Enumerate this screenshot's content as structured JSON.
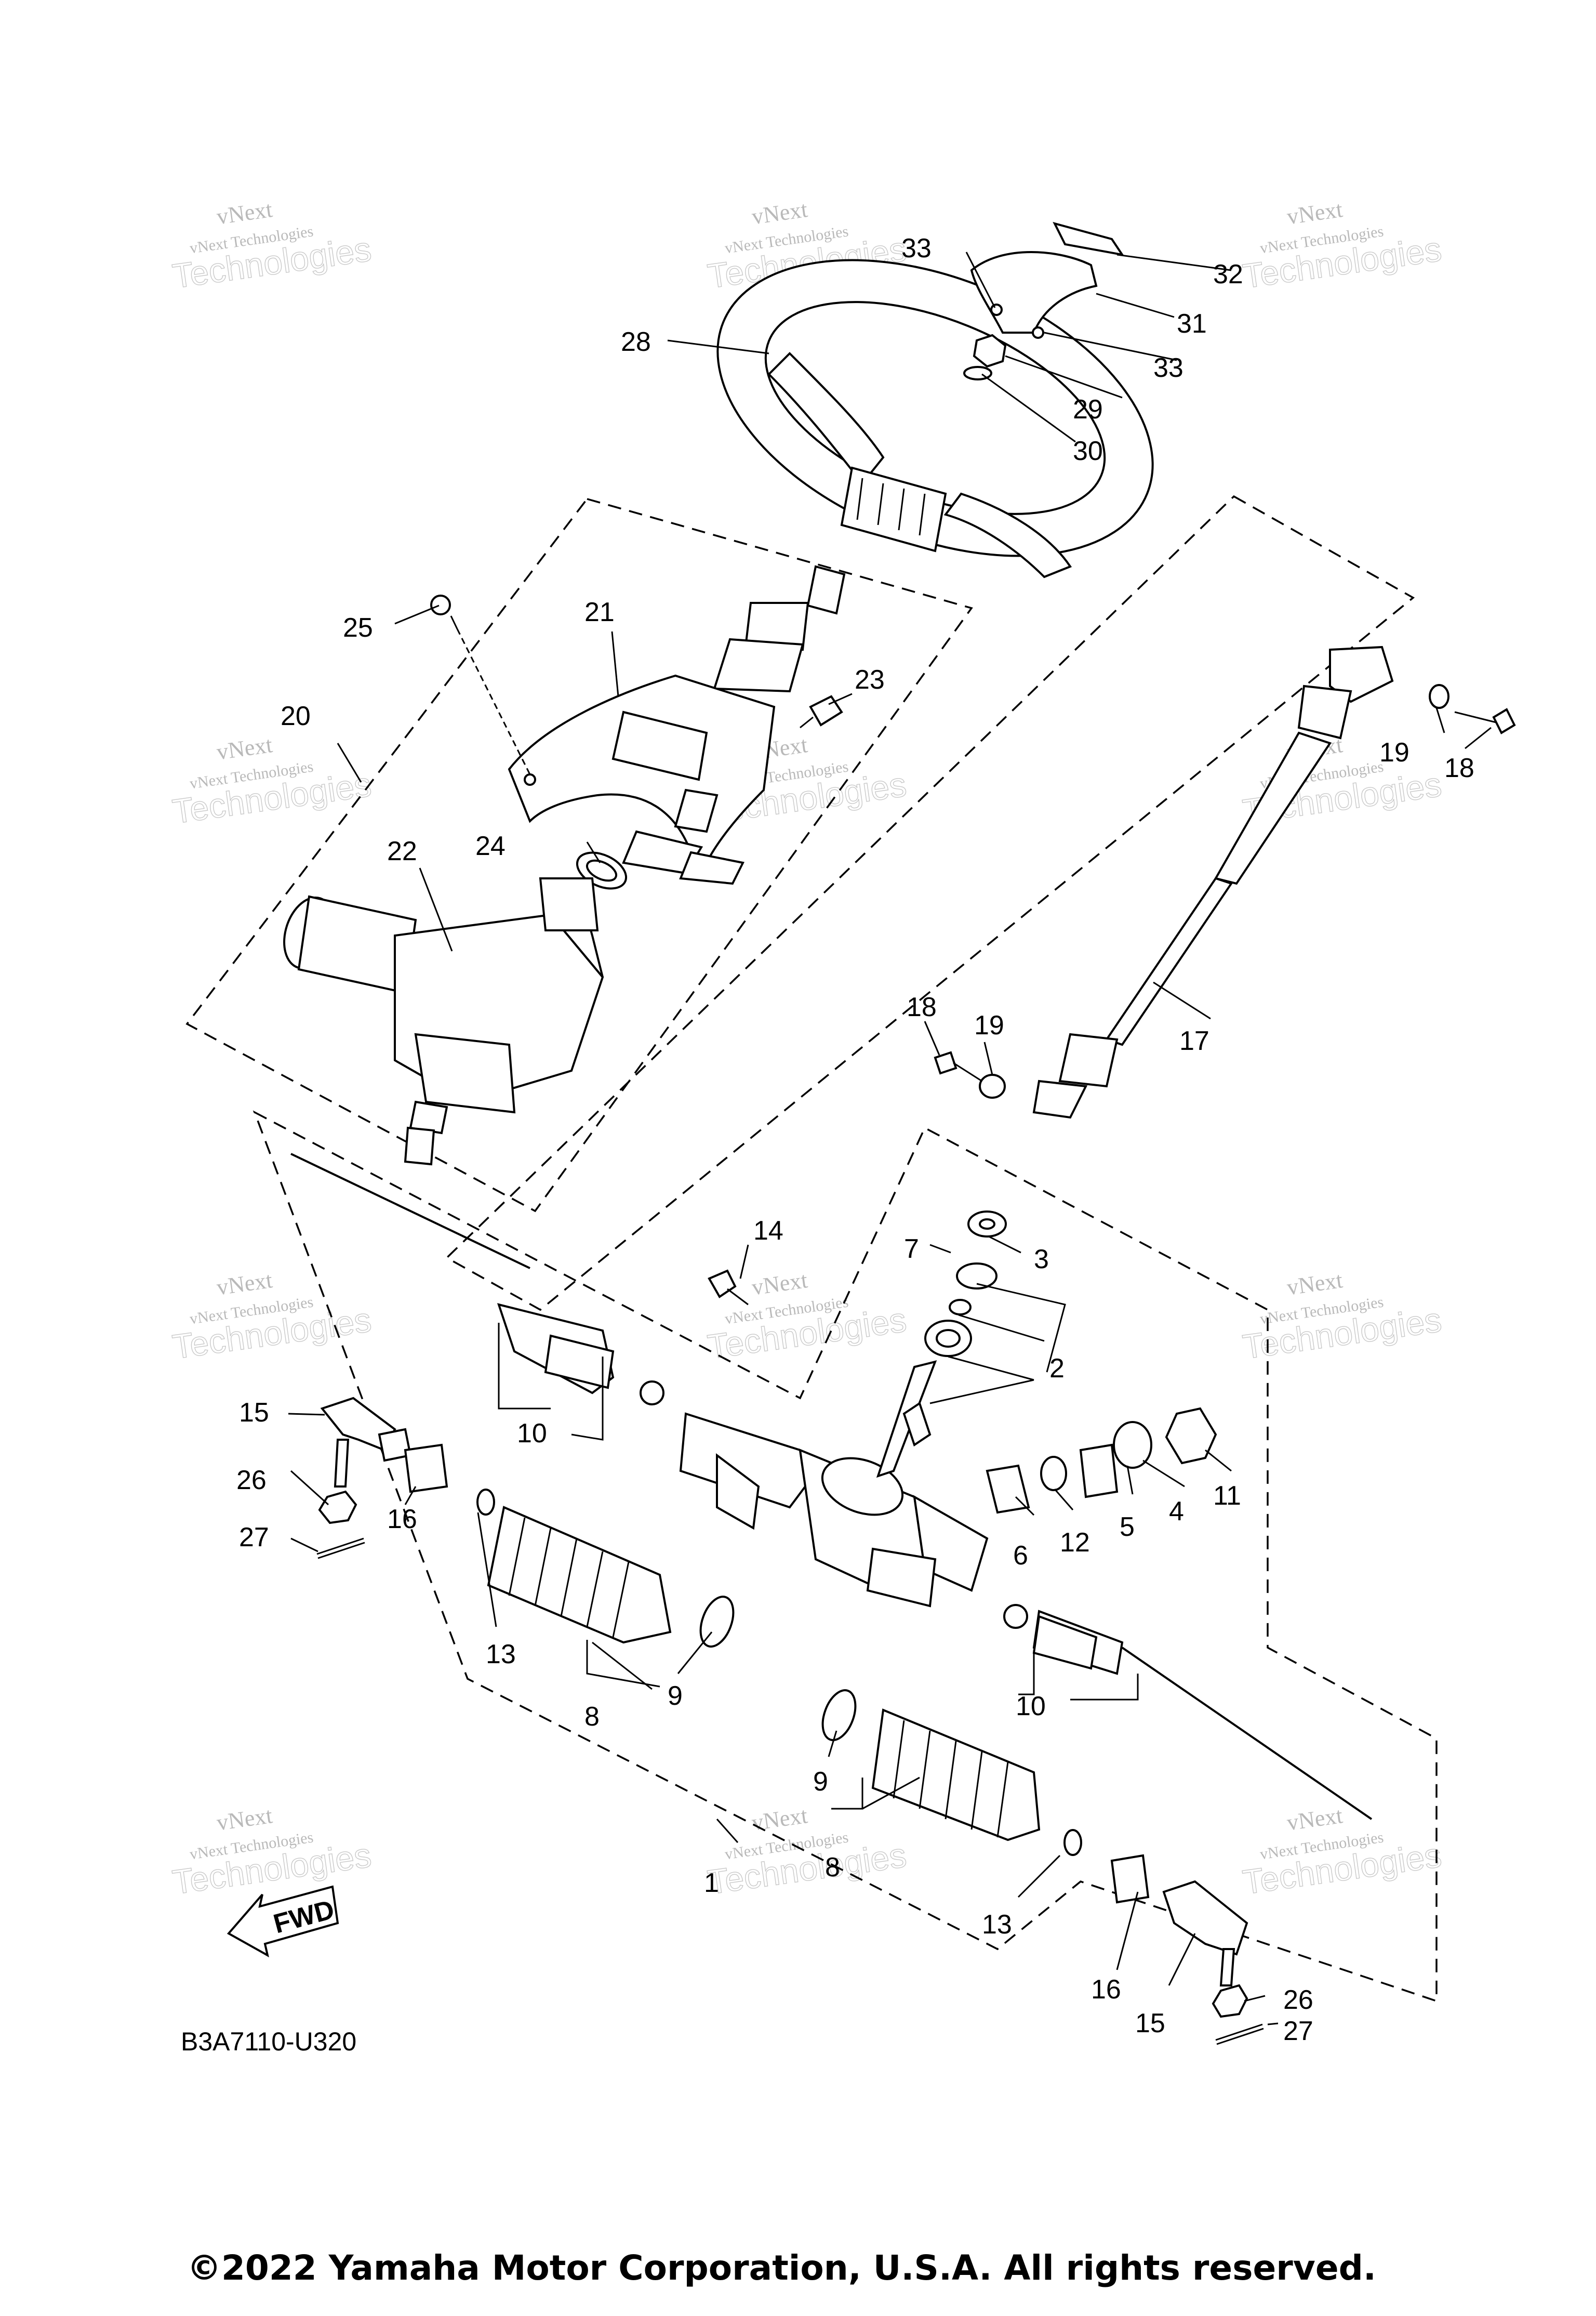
{
  "diagram_code": "B3A7110-U320",
  "fwd_label": "FWD",
  "copyright": "©2022 Yamaha Motor Corporation, U.S.A. All rights reserved.",
  "watermark": {
    "line1": "vNext",
    "line2": "vNext Technologies",
    "line3": "Technologies"
  },
  "callouts": [
    {
      "id": "c1",
      "label": "1"
    },
    {
      "id": "c2",
      "label": "2"
    },
    {
      "id": "c3",
      "label": "3"
    },
    {
      "id": "c4",
      "label": "4"
    },
    {
      "id": "c5",
      "label": "5"
    },
    {
      "id": "c6",
      "label": "6"
    },
    {
      "id": "c7",
      "label": "7"
    },
    {
      "id": "c8a",
      "label": "8"
    },
    {
      "id": "c8b",
      "label": "8"
    },
    {
      "id": "c9a",
      "label": "9"
    },
    {
      "id": "c9b",
      "label": "9"
    },
    {
      "id": "c10a",
      "label": "10"
    },
    {
      "id": "c10b",
      "label": "10"
    },
    {
      "id": "c11",
      "label": "11"
    },
    {
      "id": "c12",
      "label": "12"
    },
    {
      "id": "c13a",
      "label": "13"
    },
    {
      "id": "c13b",
      "label": "13"
    },
    {
      "id": "c14",
      "label": "14"
    },
    {
      "id": "c15a",
      "label": "15"
    },
    {
      "id": "c15b",
      "label": "15"
    },
    {
      "id": "c16a",
      "label": "16"
    },
    {
      "id": "c16b",
      "label": "16"
    },
    {
      "id": "c17",
      "label": "17"
    },
    {
      "id": "c18a",
      "label": "18"
    },
    {
      "id": "c18b",
      "label": "18"
    },
    {
      "id": "c19a",
      "label": "19"
    },
    {
      "id": "c19b",
      "label": "19"
    },
    {
      "id": "c20",
      "label": "20"
    },
    {
      "id": "c21",
      "label": "21"
    },
    {
      "id": "c22",
      "label": "22"
    },
    {
      "id": "c23",
      "label": "23"
    },
    {
      "id": "c24",
      "label": "24"
    },
    {
      "id": "c25",
      "label": "25"
    },
    {
      "id": "c26a",
      "label": "26"
    },
    {
      "id": "c26b",
      "label": "26"
    },
    {
      "id": "c27a",
      "label": "27"
    },
    {
      "id": "c27b",
      "label": "27"
    },
    {
      "id": "c28",
      "label": "28"
    },
    {
      "id": "c29",
      "label": "29"
    },
    {
      "id": "c30",
      "label": "30"
    },
    {
      "id": "c31",
      "label": "31"
    },
    {
      "id": "c32",
      "label": "32"
    },
    {
      "id": "c33a",
      "label": "33"
    },
    {
      "id": "c33b",
      "label": "33"
    }
  ]
}
